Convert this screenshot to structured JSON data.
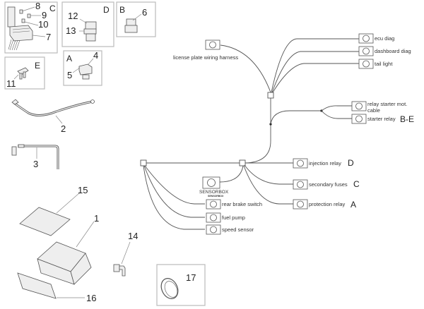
{
  "diagram": {
    "panels": {
      "C": {
        "letter": "C",
        "parts": [
          "8",
          "9",
          "10",
          "7"
        ]
      },
      "D": {
        "letter": "D",
        "parts": [
          "12",
          "13"
        ]
      },
      "B": {
        "letter": "B",
        "parts": [
          "6"
        ]
      },
      "A": {
        "letter": "A",
        "parts": [
          "4",
          "5"
        ]
      },
      "E": {
        "letter": "E",
        "parts": [
          "11"
        ]
      },
      "P17": {
        "parts": [
          "17"
        ]
      }
    },
    "loose_parts": {
      "p2": "2",
      "p3": "3",
      "p15": "15",
      "p1": "1",
      "p14": "14",
      "p16": "16"
    },
    "connectors": {
      "license_plate": "license plate wiring harness",
      "ecu_diag": "ecu diag",
      "dashboard_diag": "dashboard diag",
      "tail_light": "tail light",
      "relay_starter_line1": "relay starter mot.",
      "relay_starter_line2": "cable",
      "starter_relay": "starter relay",
      "starter_group": "B-E",
      "injection_relay": "injection relay",
      "injection_group": "D",
      "secondary_fuses": "secondary fuses",
      "secondary_group": "C",
      "protection_relay": "protection relay",
      "protection_group": "A",
      "sensorbox": "SENSORBOX",
      "sensorbox_sub": "SENSORBOX",
      "rear_brake": "rear brake switch",
      "fuel_pump": "fuel pump",
      "speed_sensor": "speed sensor"
    }
  }
}
